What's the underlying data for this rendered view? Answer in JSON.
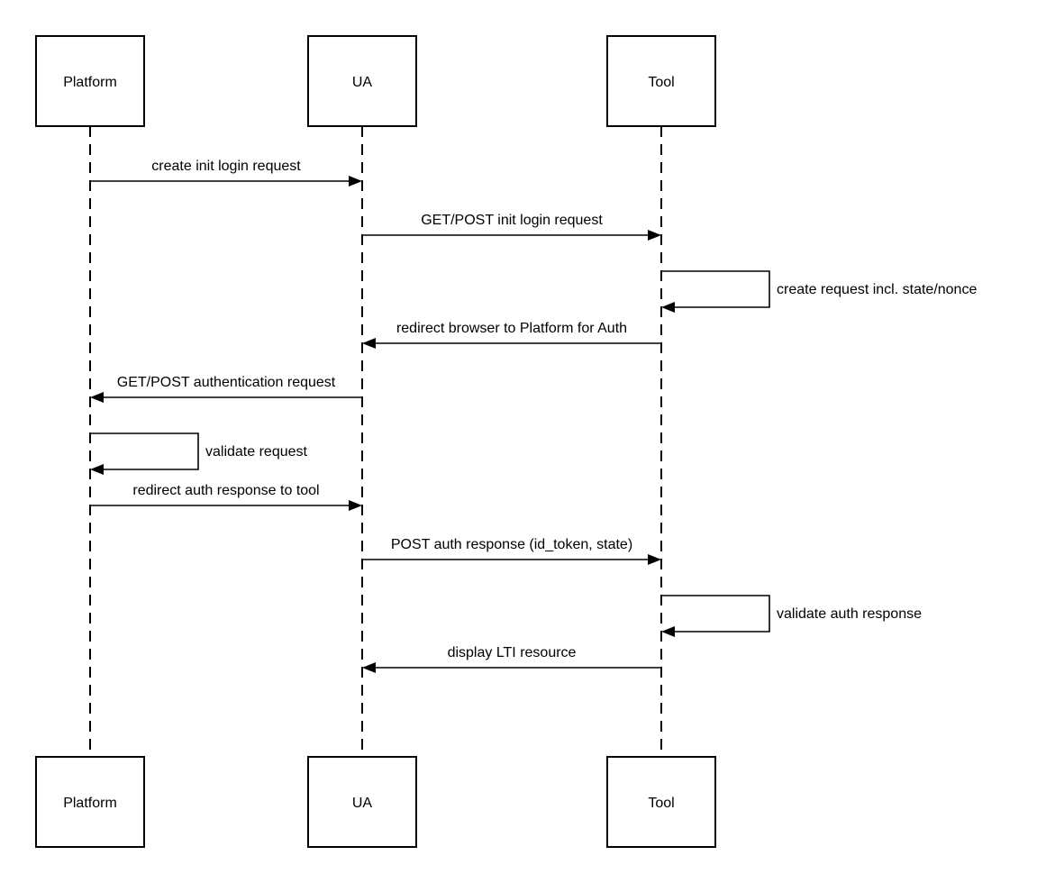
{
  "participants": [
    {
      "id": "platform",
      "label": "Platform"
    },
    {
      "id": "ua",
      "label": "UA"
    },
    {
      "id": "tool",
      "label": "Tool"
    }
  ],
  "messages": [
    {
      "from": "platform",
      "to": "ua",
      "label": "create init login request"
    },
    {
      "from": "ua",
      "to": "tool",
      "label": "GET/POST init login request"
    },
    {
      "from": "tool",
      "to": "tool",
      "label": "create request incl. state/nonce"
    },
    {
      "from": "tool",
      "to": "ua",
      "label": "redirect browser to Platform for Auth"
    },
    {
      "from": "ua",
      "to": "platform",
      "label": "GET/POST authentication request"
    },
    {
      "from": "platform",
      "to": "platform",
      "label": "validate request"
    },
    {
      "from": "platform",
      "to": "ua",
      "label": "redirect auth response to tool"
    },
    {
      "from": "ua",
      "to": "tool",
      "label": "POST auth response (id_token, state)"
    },
    {
      "from": "tool",
      "to": "tool",
      "label": "validate auth response"
    },
    {
      "from": "tool",
      "to": "ua",
      "label": "display LTI resource"
    }
  ]
}
